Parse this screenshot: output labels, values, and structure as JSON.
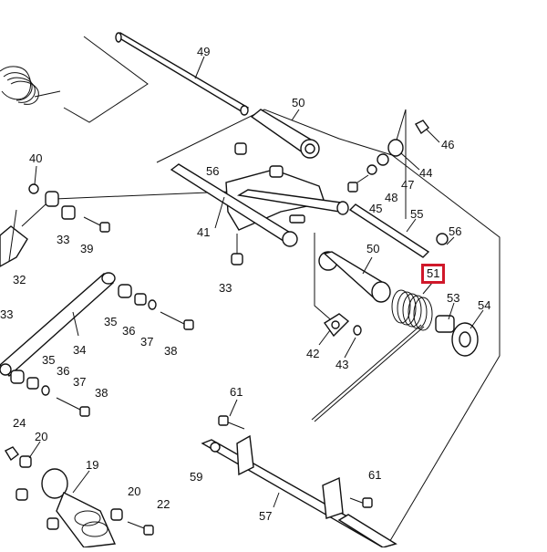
{
  "diagram": {
    "highlight_color": "#d0182a",
    "highlighted_label": "51",
    "labels": {
      "l49": "49",
      "l50a": "50",
      "l46": "46",
      "l56a": "56",
      "l44": "44",
      "l47": "47",
      "l48": "48",
      "l45": "45",
      "l40": "40",
      "l41": "41",
      "l55": "55",
      "l56b": "56",
      "l50b": "50",
      "l51": "51",
      "l53": "53",
      "l54": "54",
      "l33a": "33",
      "l39": "39",
      "l32": "32",
      "l33b": "33",
      "l33c": "33",
      "l35a": "35",
      "l36a": "36",
      "l37a": "37",
      "l38a": "38",
      "l34": "34",
      "l42": "42",
      "l43": "43",
      "l35b": "35",
      "l36b": "36",
      "l37b": "37",
      "l38b": "38",
      "l61a": "61",
      "l24": "24",
      "l20a": "20",
      "l19": "19",
      "l59": "59",
      "l61b": "61",
      "l20b": "20",
      "l22": "22",
      "l57": "57"
    }
  }
}
